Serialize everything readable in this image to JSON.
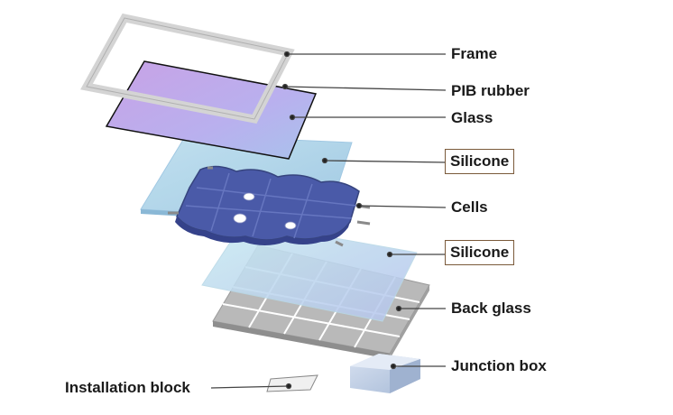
{
  "labels": {
    "frame": "Frame",
    "pib_rubber": "PIB rubber",
    "glass": "Glass",
    "silicone_top": "Silicone",
    "cells": "Cells",
    "silicone_bottom": "Silicone",
    "back_glass": "Back glass",
    "junction_box": "Junction box",
    "installation_block": "Installation block"
  },
  "colors": {
    "frame": "#d4d4d4",
    "glass_purple": "#c8a2e6",
    "glass_blue": "#b5c4ee",
    "silicone": "#a9cfe6",
    "cells": "#4a5aa8",
    "back_glass": "#b9b9b9",
    "junction_box": "#b9c8e0",
    "label_box_border": "#7a5a3a"
  }
}
